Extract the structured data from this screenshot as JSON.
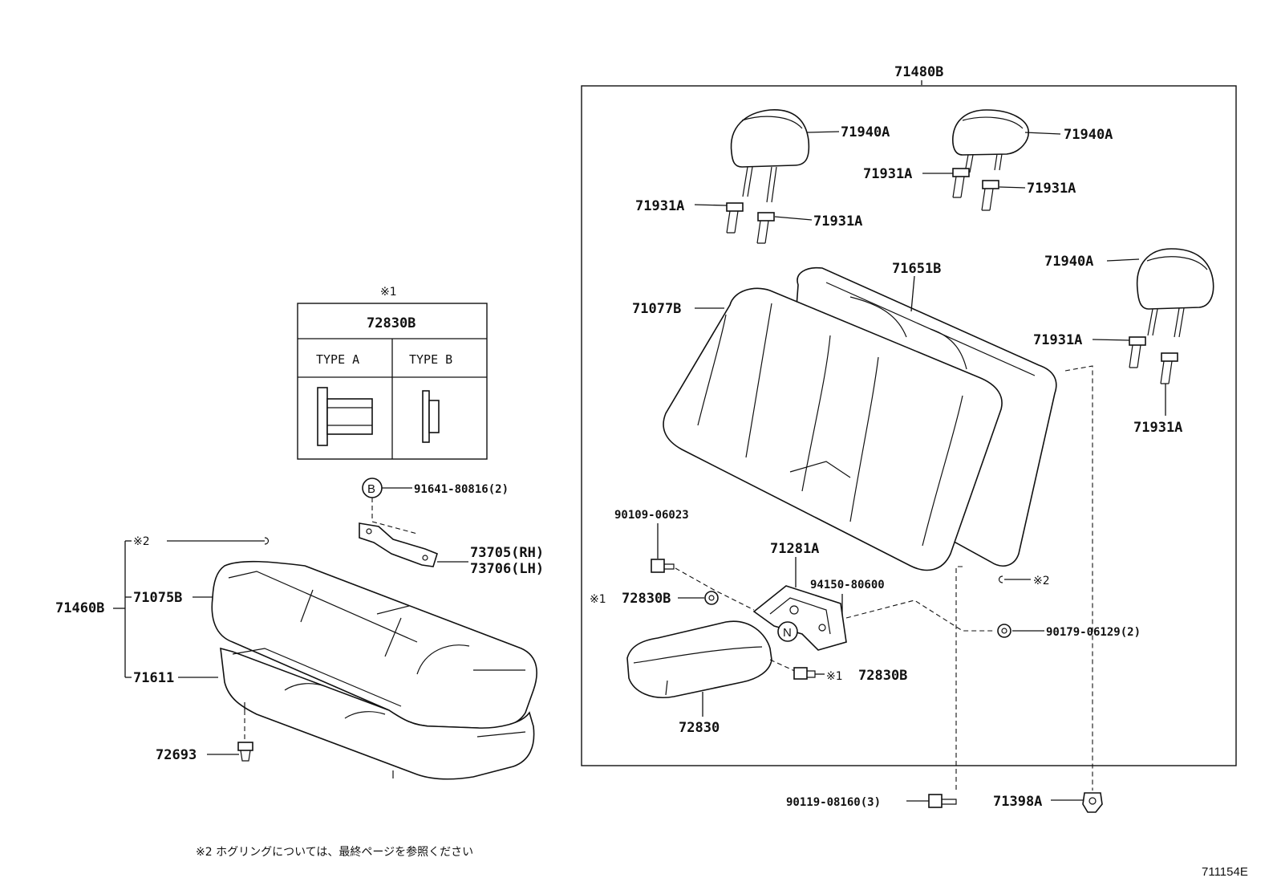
{
  "inset": {
    "note_mark": "※1",
    "part_number": "72830B",
    "type_a": "TYPE A",
    "type_b": "TYPE B"
  },
  "callouts": {
    "seatback_assembly": "71480B",
    "headrest_left": "71940A",
    "headrest_right": "71940A",
    "headrest_center": "71940A",
    "support_1": "71931A",
    "support_2": "71931A",
    "support_3": "71931A",
    "support_4": "71931A",
    "support_5": "71931A",
    "support_6": "71931A",
    "back_cover": "71651B",
    "back_pad": "71077B",
    "screw_b": "91641-80816(2)",
    "hinge_rh": "73705(RH)",
    "hinge_lh": "73706(LH)",
    "note2_left": "※2",
    "cushion_assembly": "71460B",
    "cushion_cover": "71075B",
    "cushion_pad": "71611",
    "clip_bottom": "72693",
    "bolt_a": "90109-06023",
    "armrest_bracket": "71281A",
    "hinge_screw": "94150-80600",
    "note1_a": "※1",
    "bushing_a": "72830B",
    "note2_right": "※2",
    "nut": "90179-06129(2)",
    "note1_b": "※1",
    "bushing_b": "72830B",
    "armrest": "72830",
    "bolt_b": "90119-08160(3)",
    "clip_back": "71398A"
  },
  "marks": {
    "circle_b": "B",
    "circle_n": "N"
  },
  "footnote": "※2  ホグリングについては、最終ページを参照ください",
  "diagram_code": "711154E"
}
